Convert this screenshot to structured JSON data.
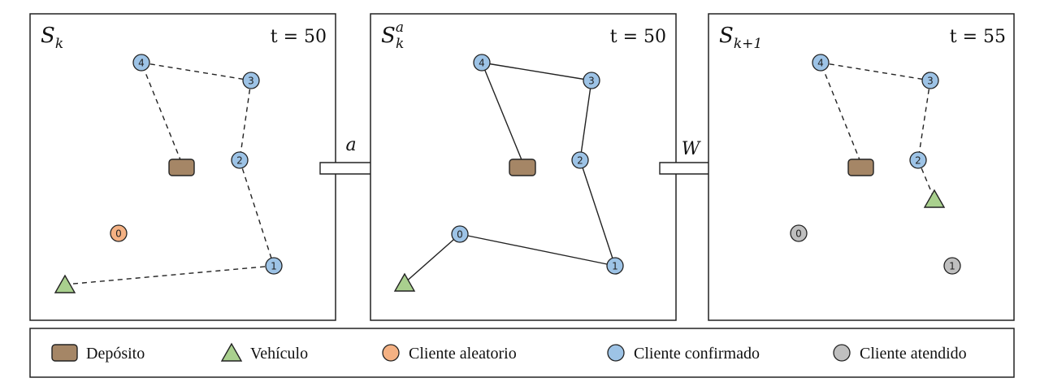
{
  "colors": {
    "depot": "#a58666",
    "vehicle": "#a9d08e",
    "random": "#f4b183",
    "confirmed": "#9dc3e6",
    "served": "#bfbfbf",
    "stroke": "#222222"
  },
  "panels": [
    {
      "state_base": "S",
      "state_sub": "k",
      "state_sup": "",
      "time": "t = 50",
      "depot": "depot",
      "vehicle": "vehicle",
      "nodes": [
        {
          "num": "4",
          "type": "confirmed"
        },
        {
          "num": "3",
          "type": "confirmed"
        },
        {
          "num": "2",
          "type": "confirmed"
        },
        {
          "num": "1",
          "type": "confirmed"
        },
        {
          "num": "0",
          "type": "random"
        }
      ],
      "route_style": "dashed"
    },
    {
      "state_base": "S",
      "state_sub": "k",
      "state_sup": "a",
      "time": "t = 50",
      "nodes": [
        {
          "num": "4",
          "type": "confirmed"
        },
        {
          "num": "3",
          "type": "confirmed"
        },
        {
          "num": "2",
          "type": "confirmed"
        },
        {
          "num": "1",
          "type": "confirmed"
        },
        {
          "num": "0",
          "type": "confirmed"
        }
      ],
      "route_style": "solid"
    },
    {
      "state_base": "S",
      "state_sub": "k+1",
      "state_sup": "",
      "time": "t = 55",
      "nodes": [
        {
          "num": "4",
          "type": "confirmed"
        },
        {
          "num": "3",
          "type": "confirmed"
        },
        {
          "num": "2",
          "type": "confirmed"
        },
        {
          "num": "1",
          "type": "served"
        },
        {
          "num": "0",
          "type": "served"
        }
      ],
      "route_style": "dashed"
    }
  ],
  "transitions": [
    {
      "label": "a"
    },
    {
      "label": "W"
    }
  ],
  "legend": [
    {
      "shape": "depot",
      "label": "Depósito"
    },
    {
      "shape": "vehicle",
      "label": "Vehículo"
    },
    {
      "shape": "random",
      "label": "Cliente aleatorio"
    },
    {
      "shape": "confirmed",
      "label": "Cliente confirmado"
    },
    {
      "shape": "served",
      "label": "Cliente atendido"
    }
  ]
}
